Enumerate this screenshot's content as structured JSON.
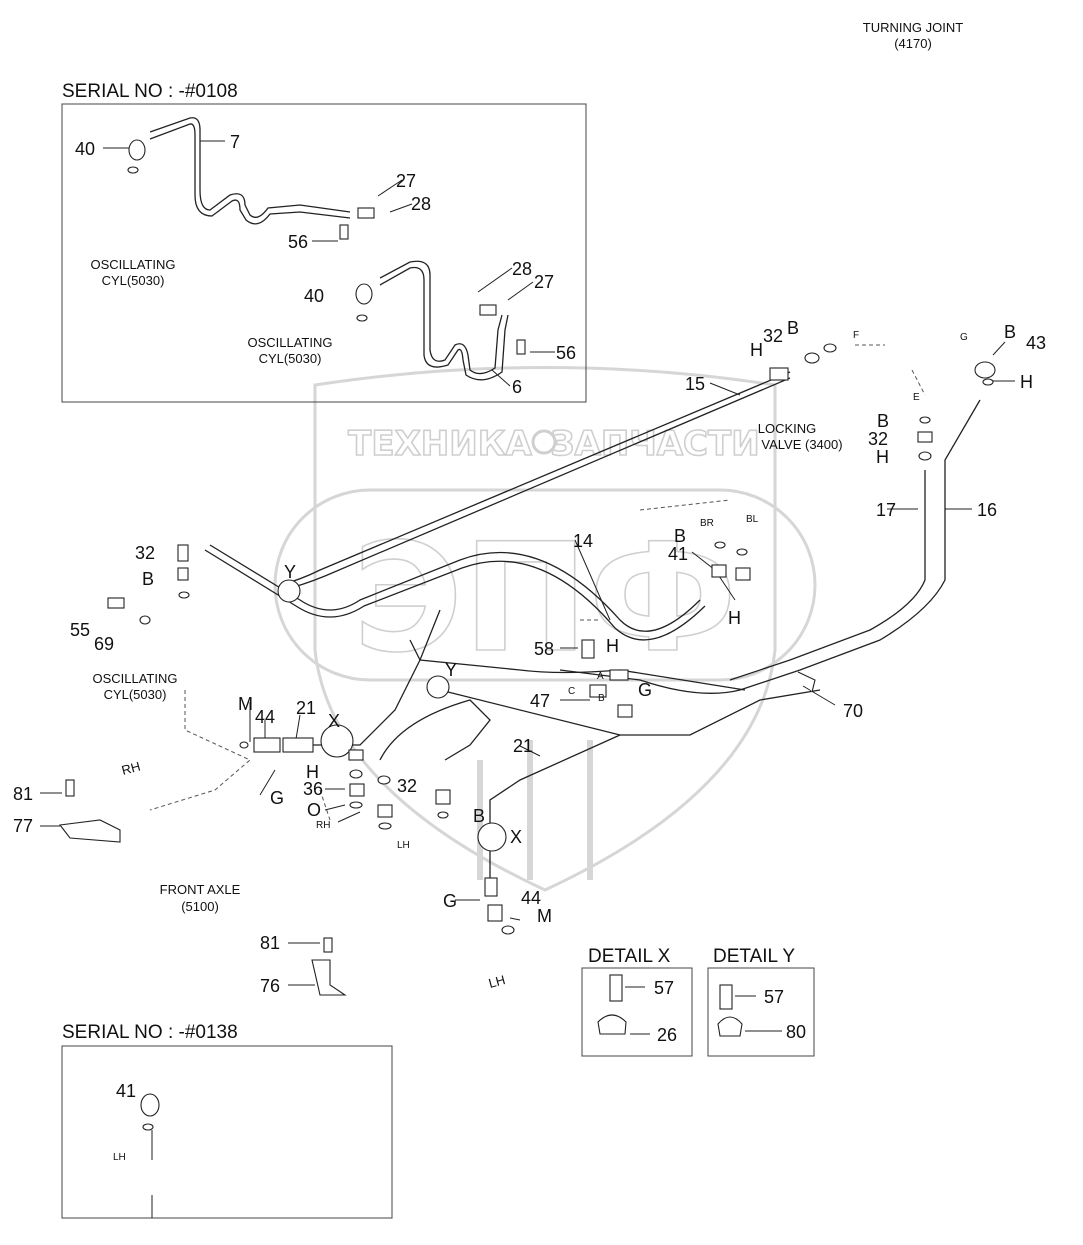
{
  "headers": {
    "turning_joint": "TURNING JOINT",
    "turning_joint_code": "(4170)",
    "serial_top": "SERIAL NO : -#0108",
    "serial_bottom": "SERIAL NO : -#0138",
    "detail_x": "DETAIL X",
    "detail_y": "DETAIL Y"
  },
  "watermark": {
    "left": "ТЕХНИКА",
    "right": "ЗАПЧАСТИ",
    "logo": "ЭПФ"
  },
  "components": {
    "osc_cyl_1": "OSCILLATING",
    "osc_cyl_1b": "CYL(5030)",
    "osc_cyl_2": "OSCILLATING",
    "osc_cyl_2b": "CYL(5030)",
    "osc_cyl_3": "OSCILLATING",
    "osc_cyl_3b": "CYL(5030)",
    "locking_valve": "LOCKING",
    "locking_valve_b": "VALVE (3400)",
    "front_axle": "FRONT AXLE",
    "front_axle_b": "(5100)"
  },
  "callouts": {
    "c40a": "40",
    "c7": "7",
    "c27a": "27",
    "c28a": "28",
    "c56a": "56",
    "c40b": "40",
    "c28b": "28",
    "c27b": "27",
    "c56b": "56",
    "c6": "6",
    "c32a": "32",
    "cBa": "B",
    "cFa": "F",
    "cHa": "H",
    "c15": "15",
    "cGa": "G",
    "cBb": "B",
    "c43": "43",
    "cHb": "H",
    "cE": "E",
    "cBc": "B",
    "c32b": "32",
    "cHc": "H",
    "c17": "17",
    "c16": "16",
    "cBd": "B",
    "cBR": "BR",
    "cBL": "BL",
    "c41a": "41",
    "cHd": "H",
    "c14": "14",
    "c32c": "32",
    "cBe": "B",
    "c55": "55",
    "c69": "69",
    "cY1": "Y",
    "c58": "58",
    "cHe": "H",
    "cY2": "Y",
    "cA": "A",
    "cC": "C",
    "cBf": "B",
    "cGb": "G",
    "c47": "47",
    "c70": "70",
    "cM1": "M",
    "c44a": "44",
    "c21a": "21",
    "cX1": "X",
    "cG1": "G",
    "cH1": "H",
    "c36": "36",
    "c32d": "32",
    "cO": "O",
    "cRH1": "RH",
    "cLH1": "LH",
    "c21b": "21",
    "cBg": "B",
    "cX2": "X",
    "c81a": "81",
    "c77": "77",
    "cRH2": "RH",
    "cGc": "G",
    "c44b": "44",
    "cM2": "M",
    "c81b": "81",
    "c76": "76",
    "cLH2": "LH",
    "c57a": "57",
    "c26": "26",
    "c57b": "57",
    "c80": "80",
    "c41b": "41",
    "cLH3": "LH"
  }
}
